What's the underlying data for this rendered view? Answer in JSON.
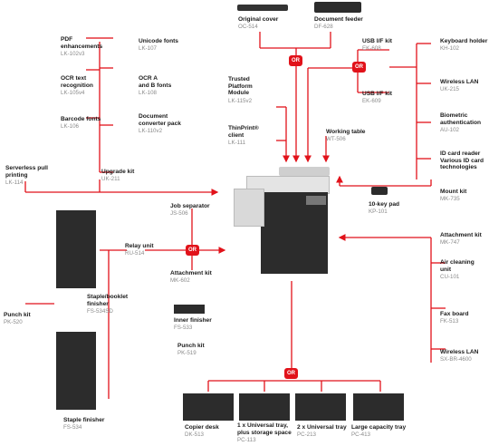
{
  "colors": {
    "line": "#e1121a",
    "accent": "#e1121a",
    "text": "#1a1a1a",
    "code": "#8a8a8a",
    "device": "#2c2c2c"
  },
  "or_label": "OR",
  "options": {
    "pdf": {
      "name": "PDF\nenhancements",
      "code": "LK-102v3"
    },
    "unicode": {
      "name": "Unicode fonts",
      "code": "LK-107"
    },
    "ocr_text": {
      "name": "OCR text\nrecognition",
      "code": "LK-105v4"
    },
    "ocr_ab": {
      "name": "OCR A\nand B fonts",
      "code": "LK-108"
    },
    "barcode": {
      "name": "Barcode fonts",
      "code": "LK-106"
    },
    "doc_conv": {
      "name": "Document\nconverter pack",
      "code": "LK-110v2"
    },
    "serverless": {
      "name": "Serverless pull\nprinting",
      "code": "LK-114"
    },
    "upgrade": {
      "name": "Upgrade kit",
      "code": "UK-211"
    },
    "orig_cover": {
      "name": "Original cover",
      "code": "OC-514"
    },
    "doc_feeder": {
      "name": "Document feeder",
      "code": "DF-628"
    },
    "tpm": {
      "name": "Trusted\nPlatform\nModule",
      "code": "LK-115v2"
    },
    "thinprint": {
      "name": "ThinPrint®\nclient",
      "code": "LK-111"
    },
    "work_table": {
      "name": "Working table",
      "code": "WT-506"
    },
    "usb1": {
      "name": "USB I/F kit",
      "code": "EK-608"
    },
    "usb2": {
      "name": "USB I/F kit",
      "code": "EK-609"
    },
    "kb_holder": {
      "name": "Keyboard holder",
      "code": "KH-102"
    },
    "wlan1": {
      "name": "Wireless LAN",
      "code": "UK-215"
    },
    "biometric": {
      "name": "Biometric\nauthentication",
      "code": "AU-102"
    },
    "idcard": {
      "name": "ID card reader\nVarious ID card\ntechnologies",
      "code": ""
    },
    "mount": {
      "name": "Mount kit",
      "code": "MK-735"
    },
    "keypad": {
      "name": "10-key pad",
      "code": "KP-101"
    },
    "job_sep": {
      "name": "Job separator",
      "code": "JS-506"
    },
    "relay": {
      "name": "Relay unit",
      "code": "RU-514"
    },
    "attach1": {
      "name": "Attachment kit",
      "code": "MK-602"
    },
    "inner_fin": {
      "name": "Inner finisher",
      "code": "FS-533"
    },
    "punch_right": {
      "name": "Punch kit",
      "code": "PK-519"
    },
    "punch_left": {
      "name": "Punch kit",
      "code": "PK-520"
    },
    "staple_booklet": {
      "name": "Staple/booklet\nfinisher",
      "code": "FS-534SD"
    },
    "staple_fin": {
      "name": "Staple finisher",
      "code": "FS-534"
    },
    "attach2": {
      "name": "Attachment kit",
      "code": "MK-747"
    },
    "air": {
      "name": "Air cleaning\nunit",
      "code": "CU-101"
    },
    "fax": {
      "name": "Fax board",
      "code": "FK-513"
    },
    "wlan2": {
      "name": "Wireless LAN",
      "code": "SX-BR-4600"
    },
    "copier_desk": {
      "name": "Copier desk",
      "code": "DK-513"
    },
    "univ1": {
      "name": "1 x Universal tray,\nplus storage space",
      "code": "PC-113"
    },
    "univ2": {
      "name": "2 x Universal tray",
      "code": "PC-213"
    },
    "lct": {
      "name": "Large capacity tray",
      "code": "PC-413"
    }
  }
}
